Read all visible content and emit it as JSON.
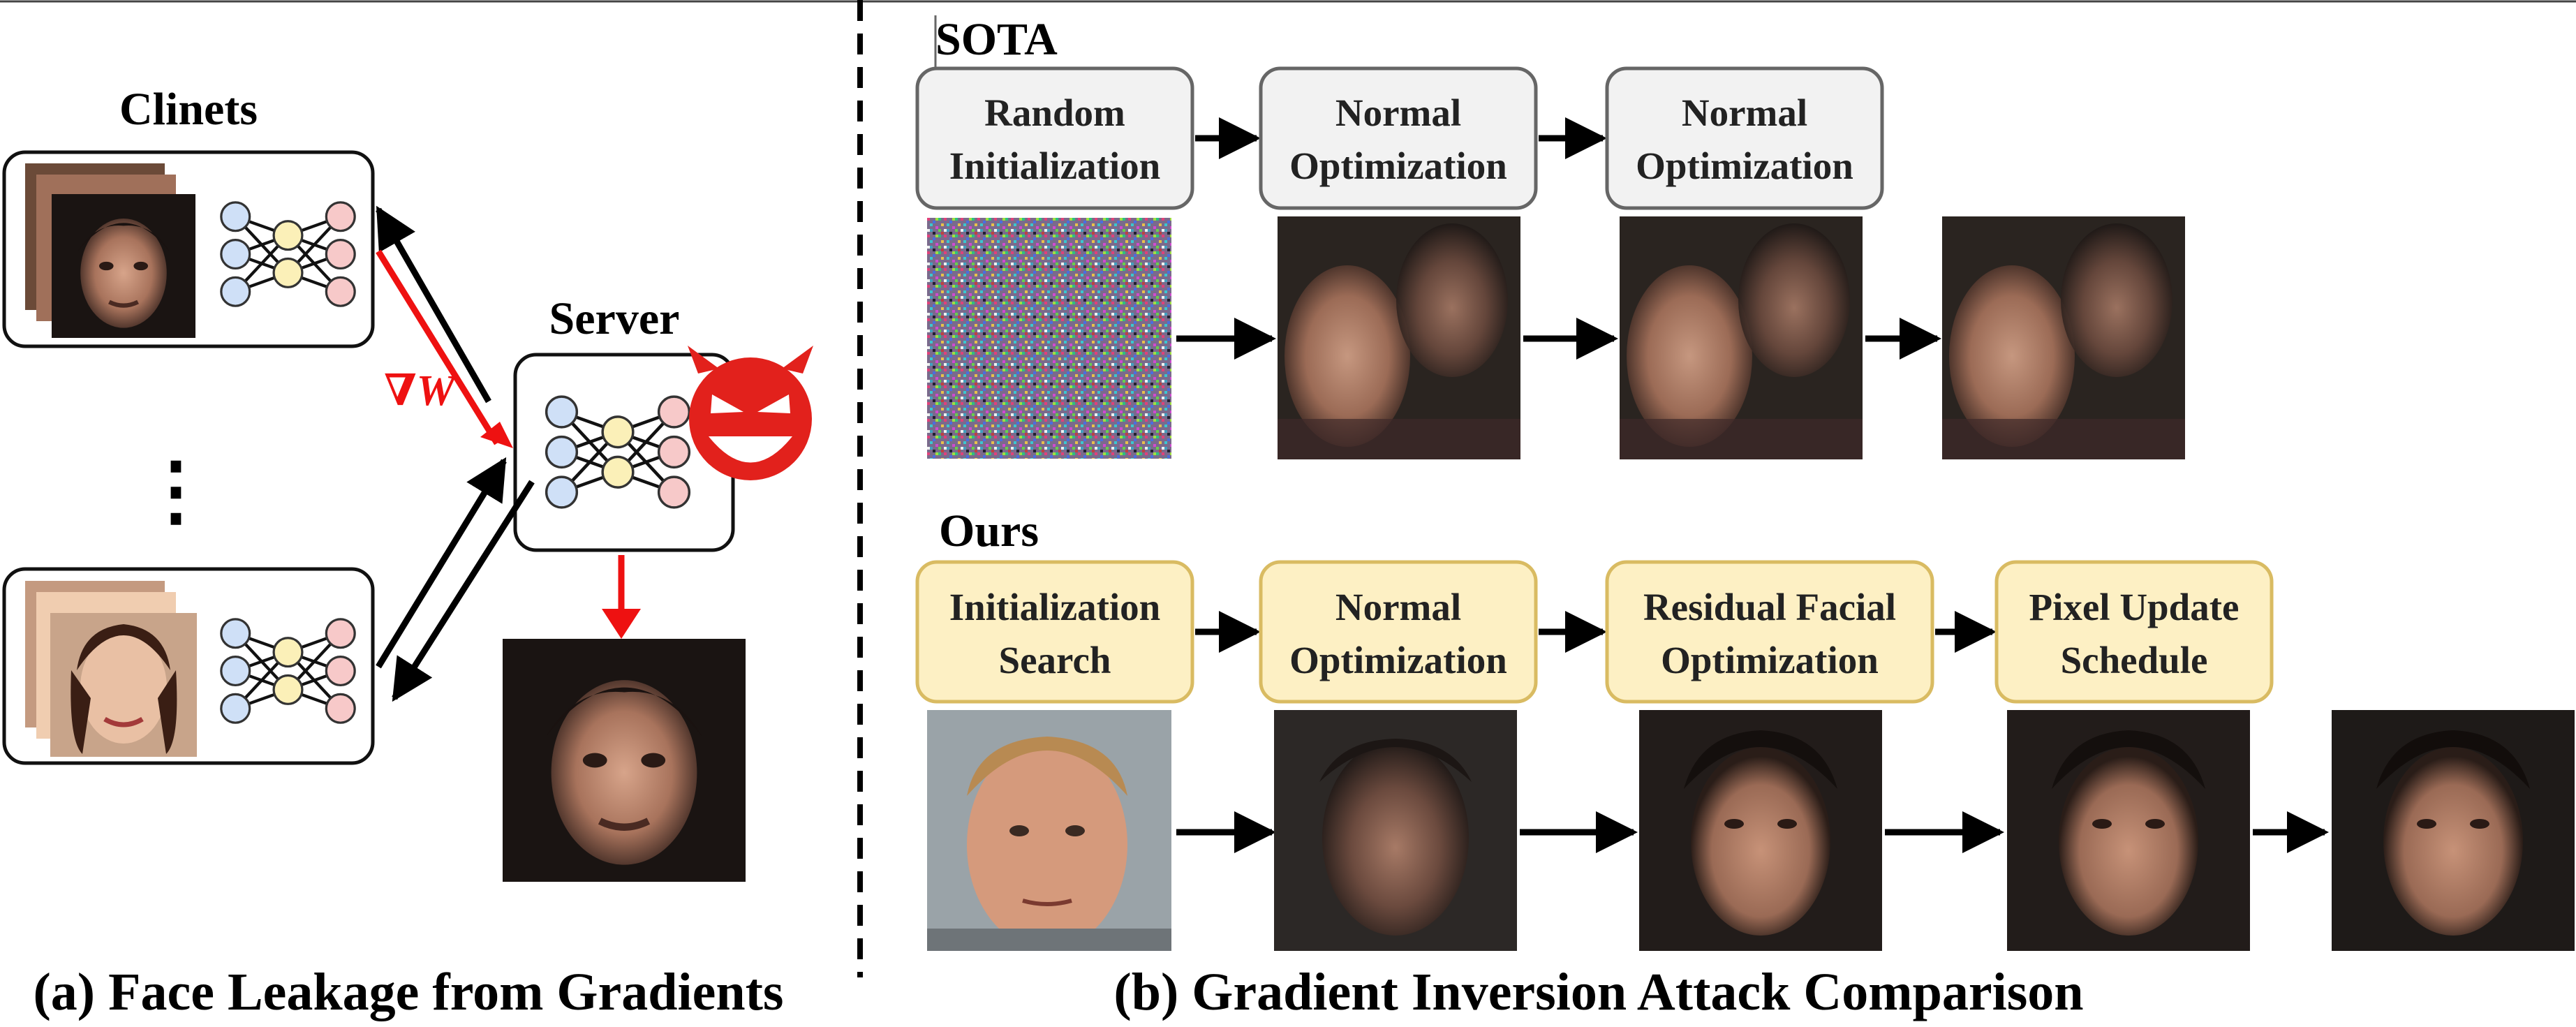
{
  "left_panel": {
    "clients_label": "Clinets",
    "server_label": "Server",
    "gradient_label": "∇W",
    "ellipsis": "⋮",
    "caption": "(a) Face Leakage from Gradients"
  },
  "sota": {
    "title": "SOTA",
    "steps": [
      {
        "line1": "Random",
        "line2": "Initialization"
      },
      {
        "line1": "Normal",
        "line2": "Optimization"
      },
      {
        "line1": "Normal",
        "line2": "Optimization"
      }
    ]
  },
  "ours": {
    "title": "Ours",
    "steps": [
      {
        "line1": "Initialization",
        "line2": "Search"
      },
      {
        "line1": "Normal",
        "line2": "Optimization"
      },
      {
        "line1": "Residual Facial",
        "line2": "Optimization"
      },
      {
        "line1": "Pixel Update",
        "line2": "Schedule"
      }
    ]
  },
  "right_caption": "(b) Gradient Inversion Attack Comparison",
  "colors": {
    "sota_box_fill": "#f2f2f2",
    "sota_box_stroke": "#666666",
    "ours_box_fill": "#fdf0c4",
    "ours_box_stroke": "#d9bb62",
    "gradient_arrow": "#ee1111",
    "devil": "#e2211c",
    "node_blue": "#cfe0f7",
    "node_yellow": "#fbf0b8",
    "node_red": "#f7c9c9"
  },
  "icons": [
    "devil-icon",
    "neural-net-icon",
    "face-image",
    "noise-image"
  ]
}
